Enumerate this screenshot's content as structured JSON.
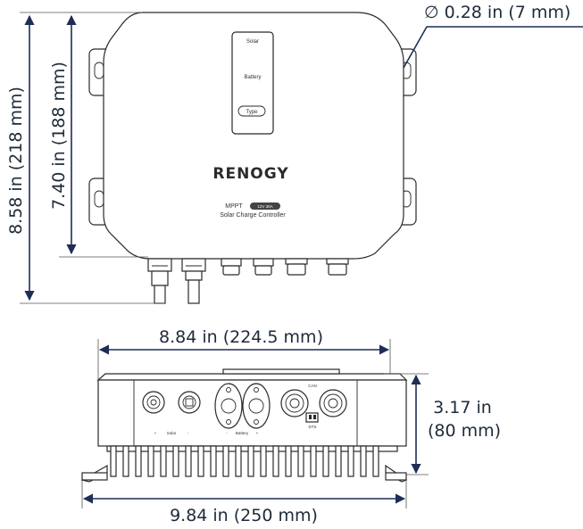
{
  "dimensions": {
    "overall_height": "8.58 in (218 mm)",
    "body_height": "7.40 in (188 mm)",
    "hole_diameter": "∅ 0.28 in (7 mm)",
    "body_width": "8.84 in (224.5 mm)",
    "depth_line1": "3.17 in",
    "depth_line2": "(80 mm)",
    "overall_width": "9.84 in (250 mm)"
  },
  "front_panel": {
    "indicator_solar": "Solar",
    "indicator_battery": "Battery",
    "type_button": "Type",
    "brand": "RENOGY",
    "model": "MPPT",
    "model_badge": "12V 30A",
    "subtitle": "Solar Charge Controller"
  },
  "bottom_panel": {
    "solar_plus": "+",
    "solar_label": "Solar",
    "solar_minus": "-",
    "battery_minus": "-",
    "battery_label": "Battery",
    "battery_plus": "+",
    "can_label": "CAN",
    "dts_label": "DTS"
  },
  "colors": {
    "dimension_line": "#1f2d57",
    "outline": "#2a2a2a"
  }
}
